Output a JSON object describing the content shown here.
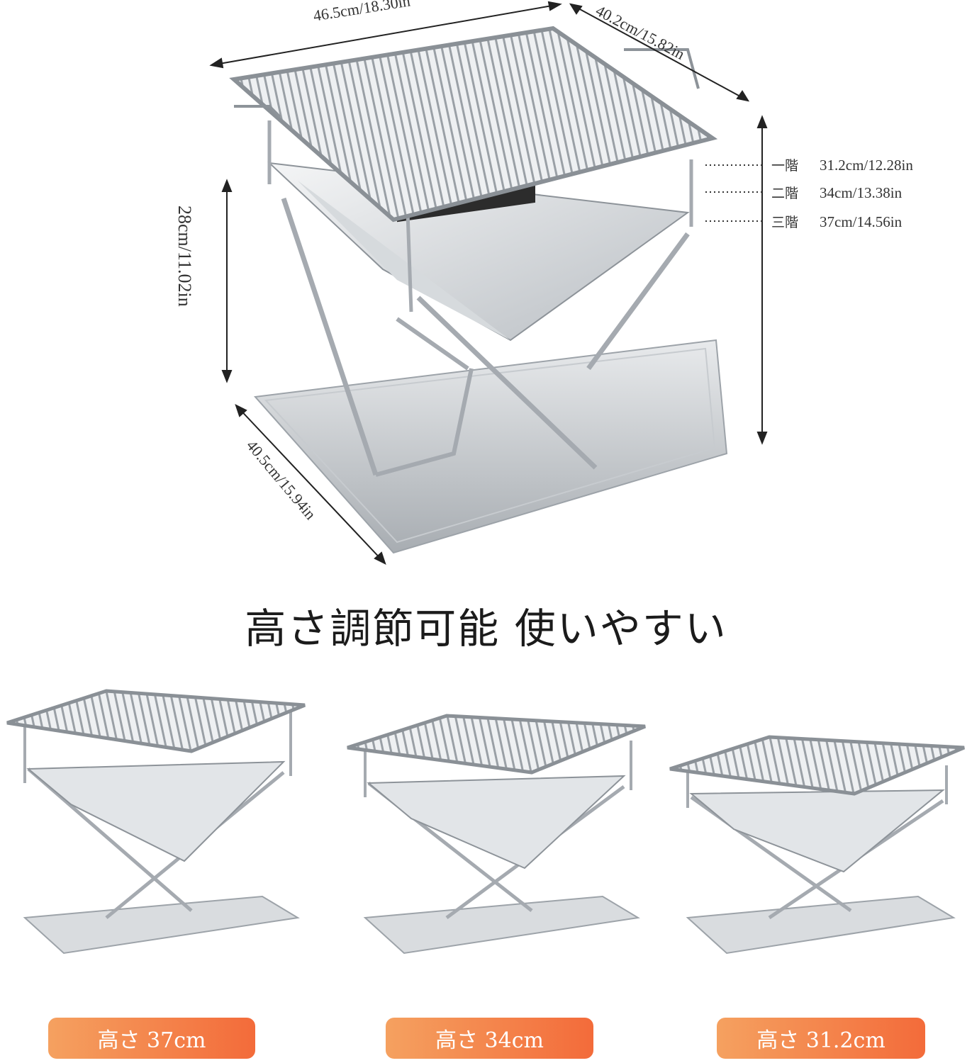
{
  "dimensions": {
    "width": "46.5cm/18.30in",
    "depth": "40.2cm/15.82in",
    "height": "28cm/11.02in",
    "base": "40.5cm/15.94in"
  },
  "levels": [
    {
      "name": "一階",
      "value": "31.2cm/12.28in"
    },
    {
      "name": "二階",
      "value": "34cm/13.38in"
    },
    {
      "name": "三階",
      "value": "37cm/14.56in"
    }
  ],
  "headline": "高さ調節可能 使いやすい",
  "variants": [
    {
      "label": "高さ 37cm"
    },
    {
      "label": "高さ 34cm"
    },
    {
      "label": "高さ 31.2cm"
    }
  ],
  "colors": {
    "badge_start": "#f5a160",
    "badge_end": "#f36b3a",
    "steel": "#cfd3d7"
  }
}
